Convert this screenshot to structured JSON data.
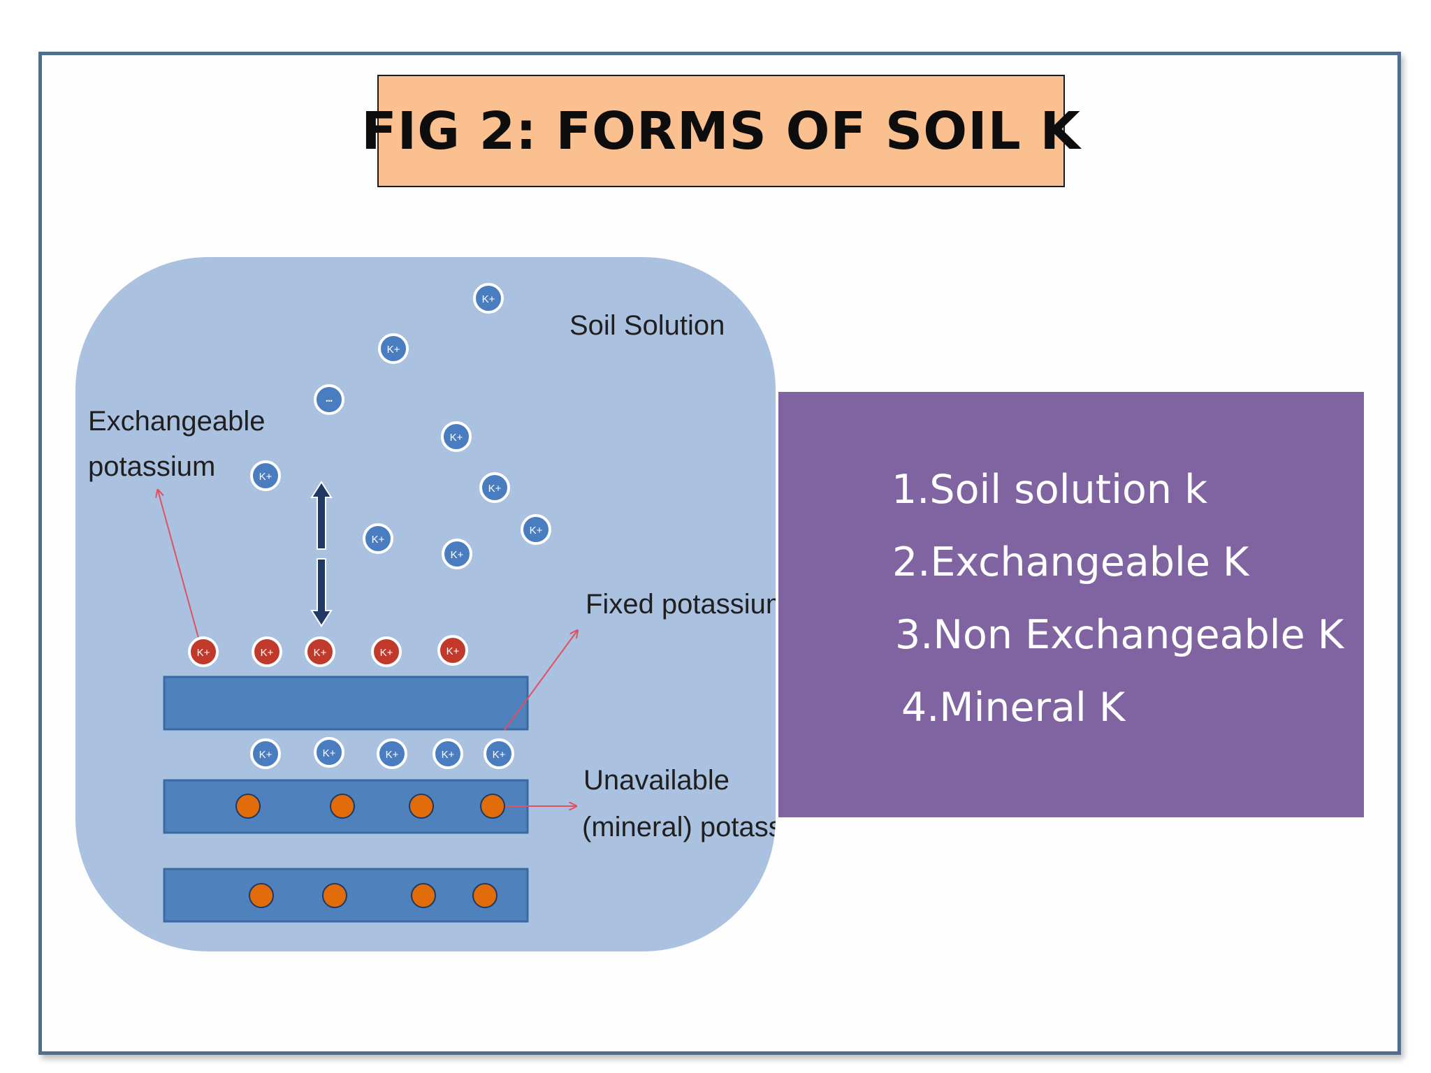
{
  "title": "FIG 2: FORMS OF SOIL K",
  "diagram": {
    "labels": {
      "soil_solution": "Soil Solution",
      "exchangeable_line1": "Exchangeable",
      "exchangeable_line2": "potassium",
      "fixed": "Fixed potassium",
      "unavailable_line1": "Unavailable",
      "unavailable_line2": "(mineral) potassium"
    },
    "ion_label": "K+",
    "colors": {
      "panel": "#abc1e0",
      "layer": "#4f81bd",
      "solution_ion": "#4a7cc0",
      "exchangeable_ion": "#c0392b",
      "mineral_ion": "#e36c0a",
      "arrow_red": "#e05060",
      "double_arrow": "#1f3864"
    }
  },
  "forms_list": {
    "items": [
      "1.Soil solution k",
      "2.Exchangeable K",
      "3.Non Exchangeable K",
      "4.Mineral K"
    ]
  }
}
